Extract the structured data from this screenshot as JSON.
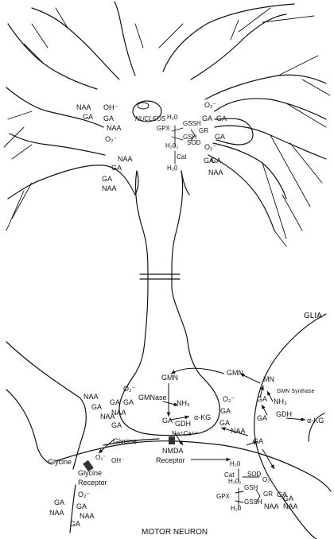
{
  "labels": {
    "nucleus": "NUCLEUS",
    "glia": "GLIA",
    "motor_neuron": "MOTOR NEURON",
    "nmda_receptor_line1": "NMDA",
    "nmda_receptor_line2": "Receptor",
    "glycine_receptor_line1": "Glycine",
    "glycine_receptor_line2": "Receptor",
    "glycine": "Glycine",
    "gmn_synthase": "GMN Synthase"
  },
  "soma": {
    "naa": "NAA",
    "ga": "GA",
    "oh": "OH⁻",
    "o2": "O₂⁻",
    "h2o": "H₂0",
    "h2o2": "H₂0₂",
    "gpx": "GPX",
    "gssh": "GSSH",
    "gsh": "GSH",
    "gr": "GR",
    "sod": "SOD",
    "cat": "Cat"
  },
  "synapse": {
    "gmn": "GMN",
    "mn": "MN",
    "gmnase": "GMNase",
    "nh3": "NH₃",
    "gdh": "GDH",
    "akg": "α-KG",
    "ions": "Na⁺Ca⁺⁺",
    "naa": "NAA",
    "ga": "GA",
    "o2": "O₂⁻",
    "oh": "OH⁻",
    "h2o": "H₂0",
    "h2o2": "H₂0₂",
    "gsh": "GSH",
    "gssh": "GSSH",
    "gpx": "GPX",
    "gr": "GR",
    "sod": "SOD",
    "cat": "Cat"
  },
  "icons": [
    "nucleus-ellipse",
    "receptor-channel",
    "arrow"
  ]
}
